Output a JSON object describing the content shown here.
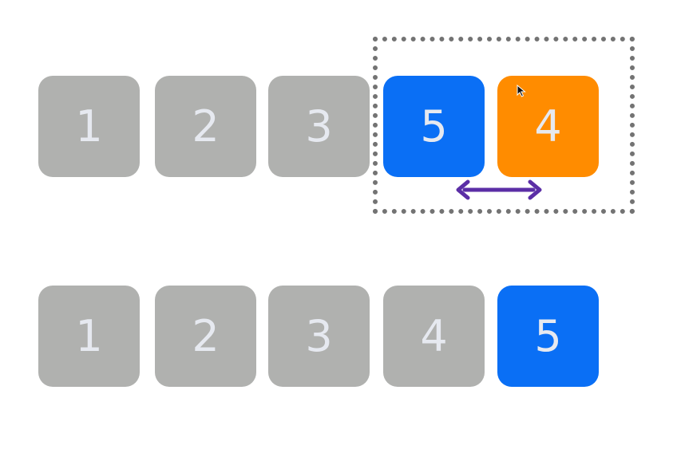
{
  "top_row": {
    "tiles": [
      {
        "label": "1",
        "state": "neutral",
        "color": "#b0b1af"
      },
      {
        "label": "2",
        "state": "neutral",
        "color": "#b0b1af"
      },
      {
        "label": "3",
        "state": "neutral",
        "color": "#b0b1af"
      },
      {
        "label": "5",
        "state": "active",
        "color": "#0a6ff5"
      },
      {
        "label": "4",
        "state": "comparing",
        "color": "#ff8c00"
      }
    ]
  },
  "bottom_row": {
    "tiles": [
      {
        "label": "1",
        "state": "neutral",
        "color": "#b0b1af"
      },
      {
        "label": "2",
        "state": "neutral",
        "color": "#b0b1af"
      },
      {
        "label": "3",
        "state": "neutral",
        "color": "#b0b1af"
      },
      {
        "label": "4",
        "state": "neutral",
        "color": "#b0b1af"
      },
      {
        "label": "5",
        "state": "active",
        "color": "#0a6ff5"
      }
    ]
  },
  "swap_indicator": {
    "icon": "double-headed-arrow-icon",
    "color": "#5b2ea6"
  },
  "selection_box": {
    "style": "dotted",
    "color": "#737373"
  },
  "cursor": {
    "icon": "mouse-pointer-icon"
  }
}
